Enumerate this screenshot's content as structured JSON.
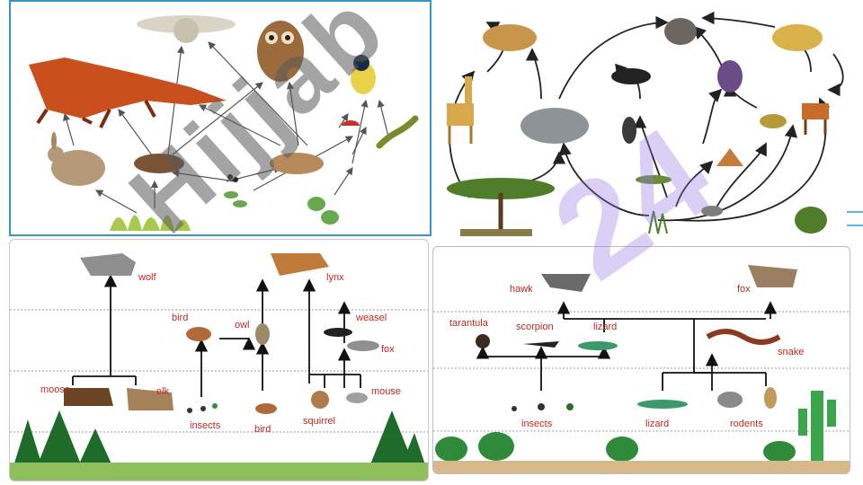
{
  "panel_bottom_left": {
    "labels": [
      "wolf",
      "lynx",
      "bird",
      "owl",
      "weasel",
      "fox",
      "moose",
      "elk",
      "insects",
      "bird",
      "squirrel",
      "mouse"
    ]
  },
  "panel_bottom_right": {
    "labels": [
      "hawk",
      "fox",
      "tarantula",
      "scorpion",
      "lizard",
      "snake",
      "insects",
      "lizard",
      "rodents"
    ]
  },
  "watermark": "Hijjab"
}
